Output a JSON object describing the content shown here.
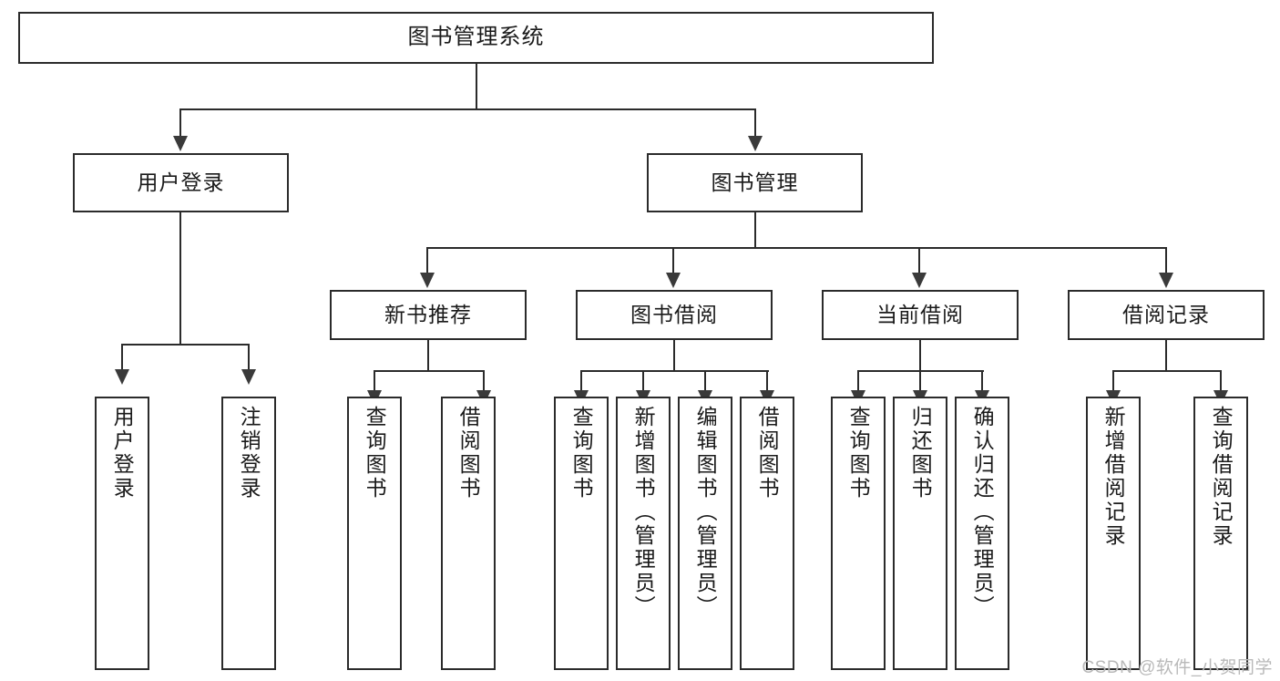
{
  "diagram": {
    "type": "tree",
    "title": "图书管理系统",
    "root": {
      "label": "图书管理系统"
    },
    "level2": [
      {
        "label": "用户登录"
      },
      {
        "label": "图书管理"
      }
    ],
    "level3": [
      {
        "label": "新书推荐"
      },
      {
        "label": "图书借阅"
      },
      {
        "label": "当前借阅"
      },
      {
        "label": "借阅记录"
      }
    ],
    "leaves": {
      "user_login": [
        {
          "label": "用户登录"
        },
        {
          "label": "注销登录"
        }
      ],
      "new_book_recommend": [
        {
          "label": "查询图书"
        },
        {
          "label": "借阅图书"
        }
      ],
      "book_borrow": [
        {
          "label": "查询图书"
        },
        {
          "label": "新增图书（管理员）"
        },
        {
          "label": "编辑图书（管理员）"
        },
        {
          "label": "借阅图书"
        }
      ],
      "current_borrow": [
        {
          "label": "查询图书"
        },
        {
          "label": "归还图书"
        },
        {
          "label": "确认归还（管理员）"
        }
      ],
      "borrow_record": [
        {
          "label": "新增借阅记录"
        },
        {
          "label": "查询借阅记录"
        }
      ]
    }
  },
  "watermark": {
    "text": "CSDN @软件_小贺同学"
  },
  "colors": {
    "border": "#2b2b2b",
    "text": "#1a1a1a",
    "background": "#ffffff",
    "watermark": "#b9b9b9"
  }
}
